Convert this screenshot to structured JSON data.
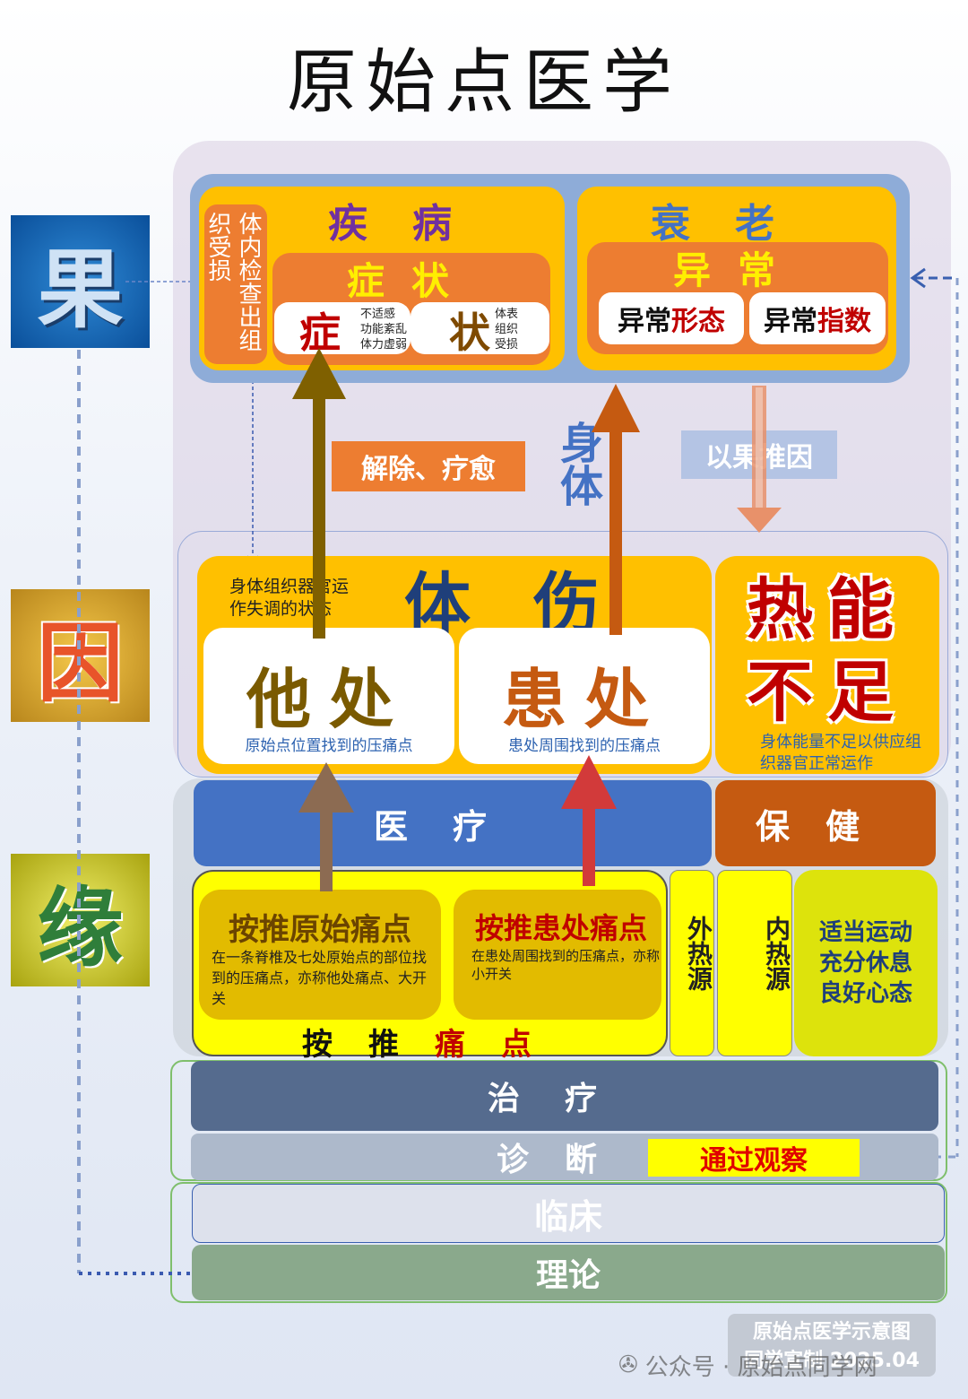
{
  "title": "原始点医学",
  "side": {
    "guo": "果",
    "yin": "因",
    "yuan": "缘"
  },
  "disease": {
    "title": "疾病",
    "inner_check": "体内检查出组织受损",
    "symptom_title": "症状",
    "zheng": "症",
    "zheng_notes": [
      "不适感",
      "功能紊乱",
      "体力虚弱"
    ],
    "zhuang": "状",
    "zhuang_notes": [
      "体表",
      "组织",
      "受损"
    ]
  },
  "aging": {
    "title": "衰老",
    "abnormal_title": "异常",
    "abn_prefix": "异常",
    "abn_form": "形态",
    "abn_index": "指数"
  },
  "labels": {
    "relief": "解除、疗愈",
    "body": "身体",
    "infer": "以果推因"
  },
  "injury": {
    "note": "身体组织器官运作失调的状态",
    "title": "体伤",
    "other_title": "他处",
    "other_note": "原始点位置找到的压痛点",
    "affected_title": "患处",
    "affected_note": "患处周围找到的压痛点"
  },
  "heat": {
    "line1": "热能",
    "line2": "不足",
    "note": "身体能量不足以供应组织器官正常运作"
  },
  "care": {
    "medical": "医疗",
    "healthcare": "保健",
    "press_orig_title": "按推原始痛点",
    "press_orig_note": "在一条脊椎及七处原始点的部位找到的压痛点，亦称他处痛点、大开关",
    "press_aff_title": "按推患处痛点",
    "press_aff_note": "在患处周围找到的压痛点，亦称小开关",
    "press_label_a": "按推",
    "press_label_b": "痛点",
    "ext_heat": "外热源",
    "int_heat": "内热源",
    "tips": [
      "适当运动",
      "充分休息",
      "良好心态"
    ]
  },
  "bottom": {
    "treat": "治疗",
    "diag": "诊断",
    "observe": "通过观察",
    "clinical": "临床",
    "theory": "理论"
  },
  "footer": {
    "line1": "原始点医学示意图",
    "line2": "同学宣制 2025.04",
    "watermark": "公众号 · 原始点同学网"
  },
  "colors": {
    "orange": "#ed7d31",
    "gold": "#ffc000",
    "blue": "#4472c4",
    "yellow": "#ffff00",
    "red": "#c00000"
  }
}
